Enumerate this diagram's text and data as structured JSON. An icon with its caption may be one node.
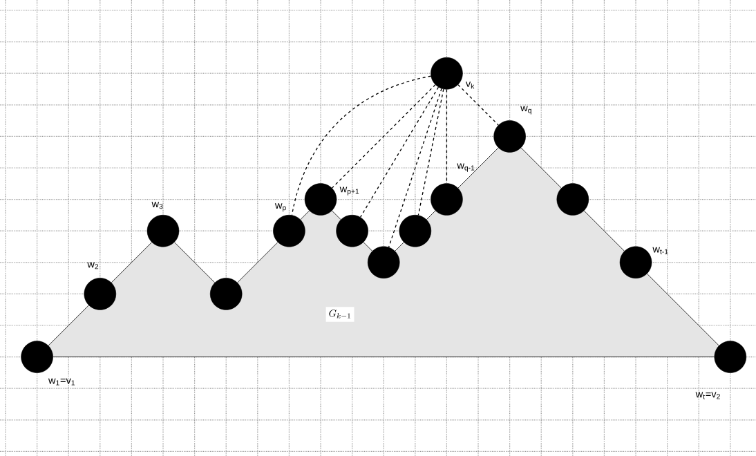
{
  "diagram": {
    "nodes": [
      {
        "text": [],
        "shape": "circle",
        "beside": [
          "w$_{1}$=v$_{1}$"
        ]
      },
      {
        "text": [],
        "shape": "circle",
        "beside": [
          "w$_{2}$"
        ]
      },
      {
        "text": [],
        "shape": "circle",
        "beside": [
          "w$_{3}$"
        ]
      },
      {
        "text": [],
        "shape": "circle"
      },
      {
        "text": [],
        "shape": "circle",
        "beside": [
          "w$_{p}$"
        ]
      },
      {
        "text": [],
        "shape": "circle",
        "beside": [
          "w$_{p+1}$"
        ]
      },
      {
        "text": [],
        "shape": "circle"
      },
      {
        "text": [],
        "shape": "circle"
      },
      {
        "text": [],
        "shape": "circle"
      },
      {
        "text": [],
        "shape": "circle",
        "beside": [
          "w$_{q-1}$"
        ]
      },
      {
        "text": [],
        "shape": "circle",
        "beside": [
          "w$_{q}$"
        ]
      },
      {
        "text": [],
        "shape": "circle"
      },
      {
        "text": [],
        "shape": "circle",
        "beside": [
          "w$_{t-1}$"
        ]
      },
      {
        "text": [],
        "shape": "circle",
        "beside": [
          "w$_{t}$=v$_{2}$"
        ]
      },
      {
        "text": [],
        "shape": "circle",
        "beside": [
          "v$_{k}$"
        ]
      }
    ],
    "edges": [
      {
        "from": 0,
        "to": 1,
        "arrow": "none"
      },
      {
        "from": 1,
        "to": 2,
        "arrow": "none"
      },
      {
        "from": 2,
        "to": 3,
        "arrow": "none"
      },
      {
        "from": 3,
        "to": 4,
        "arrow": "none"
      },
      {
        "from": 4,
        "to": 5,
        "arrow": "none"
      },
      {
        "from": 5,
        "to": 6,
        "arrow": "none"
      },
      {
        "from": 6,
        "to": 7,
        "arrow": "none"
      },
      {
        "from": 7,
        "to": 8,
        "arrow": "none"
      },
      {
        "from": 8,
        "to": 9,
        "arrow": "none"
      },
      {
        "from": 9,
        "to": 10,
        "arrow": "none"
      },
      {
        "from": 10,
        "to": 11,
        "arrow": "none"
      },
      {
        "from": 11,
        "to": 12,
        "arrow": "none"
      },
      {
        "from": 12,
        "to": 13,
        "arrow": "none"
      },
      {
        "from": 0,
        "to": 13,
        "arrow": "none"
      },
      {
        "from": 14,
        "to": 4,
        "arrow": "none",
        "style": "dashed"
      },
      {
        "from": 14,
        "to": 5,
        "arrow": "none",
        "style": "dashed"
      },
      {
        "from": 14,
        "to": 6,
        "arrow": "none",
        "style": "dashed"
      },
      {
        "from": 14,
        "to": 7,
        "arrow": "none",
        "style": "dashed"
      },
      {
        "from": 14,
        "to": 8,
        "arrow": "none",
        "style": "dashed"
      },
      {
        "from": 14,
        "to": 9,
        "arrow": "none",
        "style": "dashed"
      },
      {
        "from": 14,
        "to": 10,
        "arrow": "none",
        "style": "dashed"
      }
    ],
    "labels": [
      "G_{k-1}"
    ]
  }
}
